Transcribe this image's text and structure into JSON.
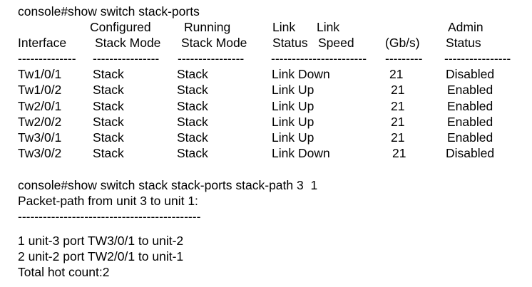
{
  "command1": "console#show switch stack-ports",
  "headers": {
    "row1": {
      "configured": "Configured",
      "running": "Running",
      "link1": "Link",
      "link2": "Link",
      "admin": "Admin"
    },
    "row2": {
      "interface": "Interface",
      "stack_mode1": "Stack Mode",
      "stack_mode2": "Stack Mode",
      "status": "Status",
      "speed": "Speed",
      "gbs": "(Gb/s)",
      "status2": "Status"
    },
    "dashes": [
      "--------------",
      "----------------",
      "----------------",
      "-----------------------",
      "---------",
      "----------------"
    ]
  },
  "rows": [
    {
      "interface": "Tw1/0/1",
      "configured": "Stack",
      "running": "Stack",
      "link": "Link Down",
      "speed": "21",
      "admin": "Disabled"
    },
    {
      "interface": "Tw1/0/2",
      "configured": "Stack",
      "running": "Stack",
      "link": "Link Up",
      "speed": "21",
      "admin": "Enabled"
    },
    {
      "interface": "Tw2/0/1",
      "configured": "Stack",
      "running": "Stack",
      "link": "Link Up",
      "speed": "21",
      "admin": "Enabled"
    },
    {
      "interface": "Tw2/0/2",
      "configured": "Stack",
      "running": "Stack",
      "link": "Link Up",
      "speed": "21",
      "admin": "Enabled"
    },
    {
      "interface": "Tw3/0/1",
      "configured": "Stack",
      "running": "Stack",
      "link": "Link Up",
      "speed": "21",
      "admin": "Enabled"
    },
    {
      "interface": "Tw3/0/2",
      "configured": "Stack",
      "running": "Stack",
      "link": "Link Down",
      "speed": "21",
      "admin": "Disabled"
    }
  ],
  "command2": "console#show switch stack stack-ports stack-path 3  1",
  "packet_path": "Packet-path from unit 3 to unit 1:",
  "separator": "--------------------------------------------",
  "path_lines": [
    "1 unit-3 port TW3/0/1 to unit-2",
    "2 unit-2 port TW2/0/1 to unit-1"
  ],
  "total": "Total hot count:2"
}
